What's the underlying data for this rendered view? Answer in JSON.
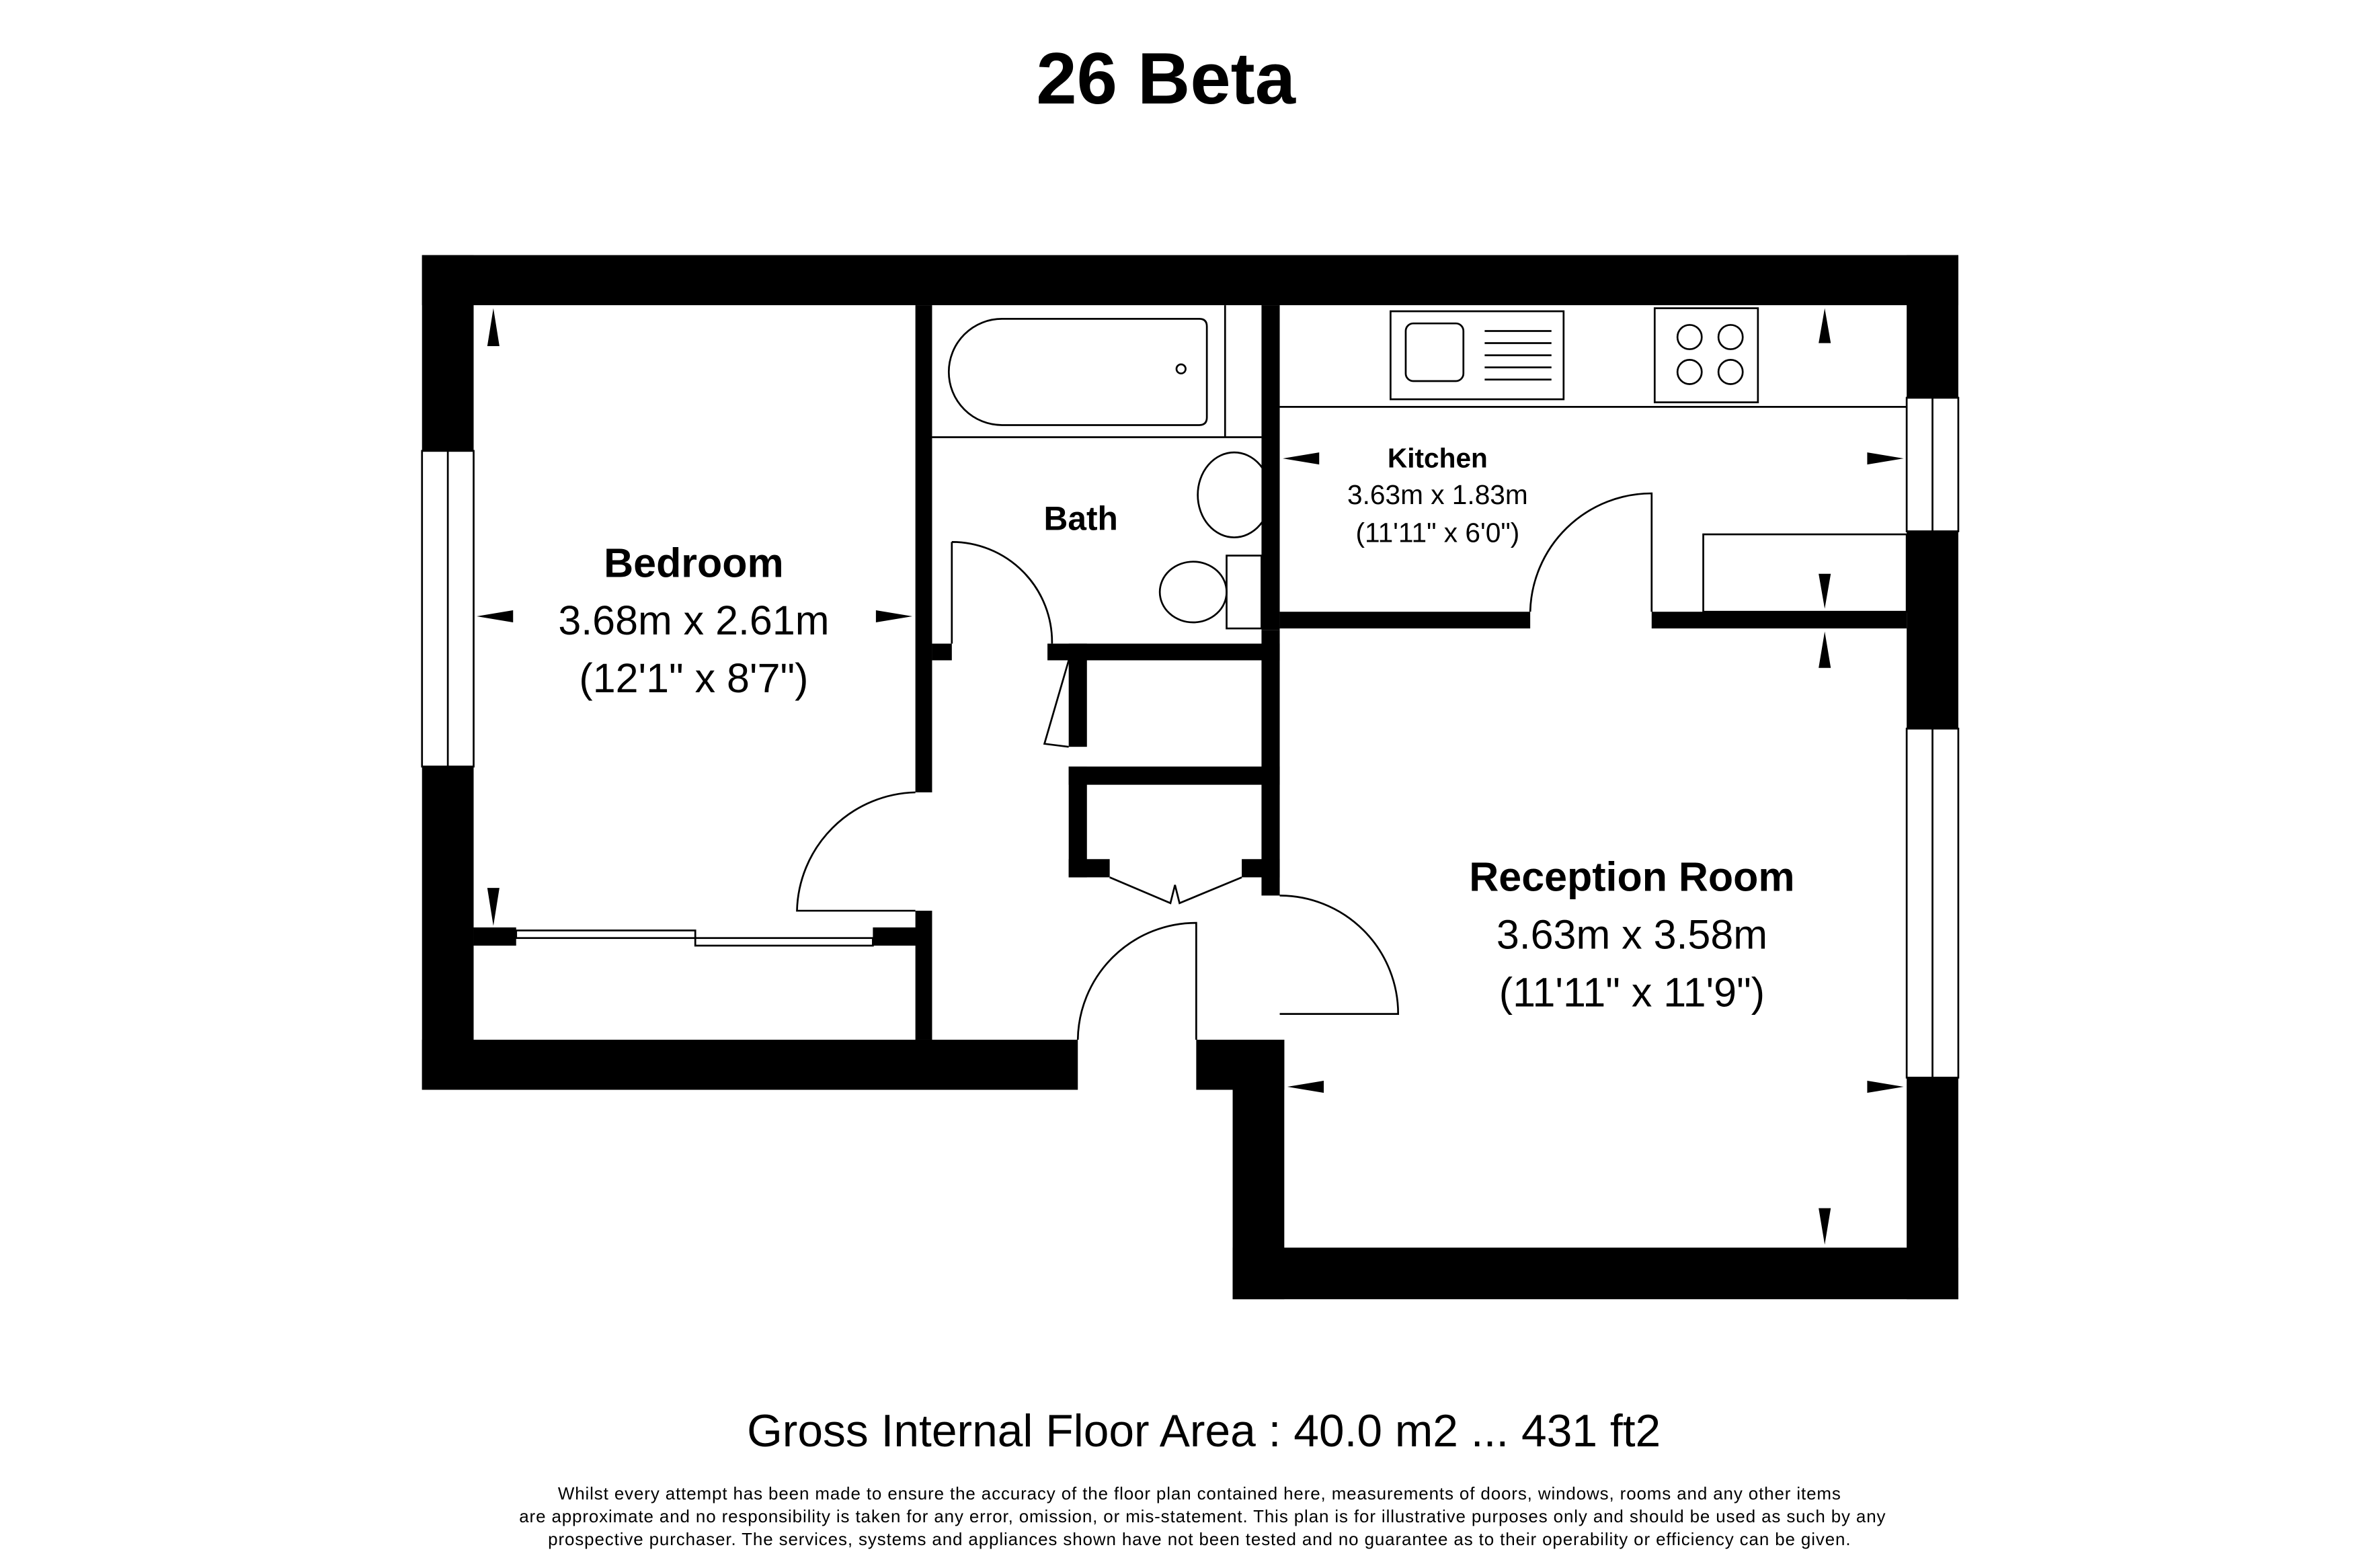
{
  "title": "26 Beta",
  "rooms": [
    {
      "name": "Bedroom",
      "metric": "3.68m x 2.61m",
      "imperial": "(12'1\" x 8'7\")"
    },
    {
      "name": "Bath"
    },
    {
      "name": "Kitchen",
      "metric": "3.63m x 1.83m",
      "imperial": "(11'11\" x 6'0\")"
    },
    {
      "name": "Reception Room",
      "metric": "3.63m x 3.58m",
      "imperial": "(11'11\" x 11'9\")"
    }
  ],
  "area": "Gross Internal Floor Area : 40.0 m2 ... 431 ft2",
  "disclaimer": [
    "Whilst every attempt has been made to ensure the accuracy of the floor plan contained here, measurements of doors, windows, rooms and any other items",
    "are approximate and no responsibility is taken for any error, omission, or mis-statement. This plan is for illustrative purposes only and should be used as such by any",
    "prospective purchaser. The services, systems and appliances shown have not been tested and no guarantee as to their operability or efficiency can be given."
  ]
}
